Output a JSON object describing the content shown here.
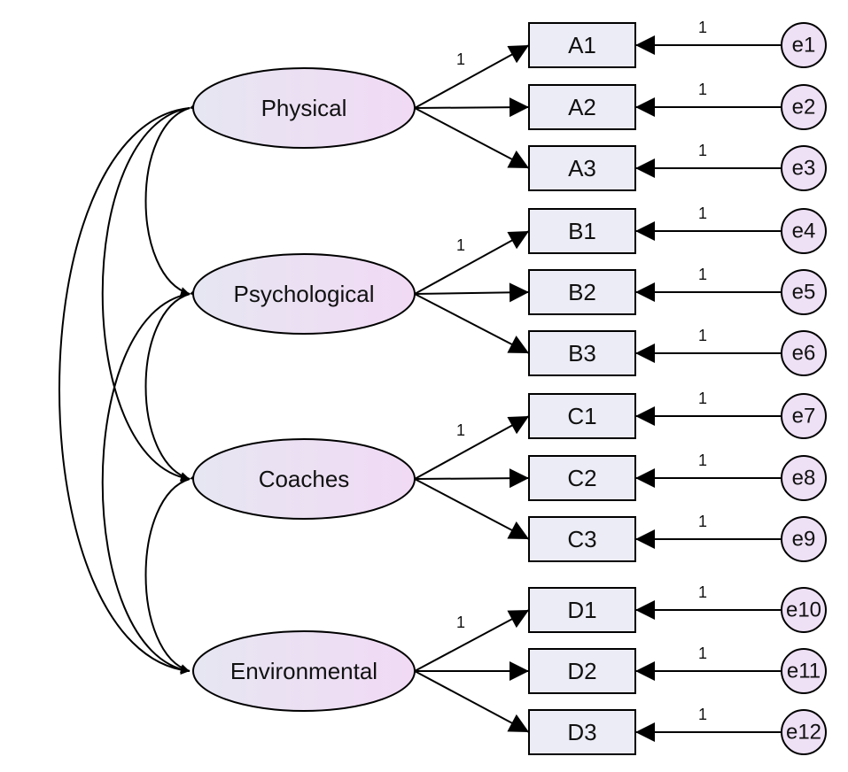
{
  "colors": {
    "line": "#000000",
    "ellipse_fill_start": "#e6e6f2",
    "ellipse_fill_end": "#f1daf4",
    "box_fill": "#ececf6",
    "circle_fill": "#eee0f5"
  },
  "latents": [
    {
      "id": "physical",
      "label": "Physical",
      "indicators": [
        {
          "label": "A1",
          "error": "e1",
          "loading": "1",
          "error_weight": "1"
        },
        {
          "label": "A2",
          "error": "e2",
          "loading": "",
          "error_weight": "1"
        },
        {
          "label": "A3",
          "error": "e3",
          "loading": "",
          "error_weight": "1"
        }
      ]
    },
    {
      "id": "psychological",
      "label": "Psychological",
      "indicators": [
        {
          "label": "B1",
          "error": "e4",
          "loading": "1",
          "error_weight": "1"
        },
        {
          "label": "B2",
          "error": "e5",
          "loading": "",
          "error_weight": "1"
        },
        {
          "label": "B3",
          "error": "e6",
          "loading": "",
          "error_weight": "1"
        }
      ]
    },
    {
      "id": "coaches",
      "label": "Coaches",
      "indicators": [
        {
          "label": "C1",
          "error": "e7",
          "loading": "1",
          "error_weight": "1"
        },
        {
          "label": "C2",
          "error": "e8",
          "loading": "",
          "error_weight": "1"
        },
        {
          "label": "C3",
          "error": "e9",
          "loading": "",
          "error_weight": "1"
        }
      ]
    },
    {
      "id": "environmental",
      "label": "Environmental",
      "indicators": [
        {
          "label": "D1",
          "error": "e10",
          "loading": "1",
          "error_weight": "1"
        },
        {
          "label": "D2",
          "error": "e11",
          "loading": "",
          "error_weight": "1"
        },
        {
          "label": "D3",
          "error": "e12",
          "loading": "",
          "error_weight": "1"
        }
      ]
    }
  ],
  "covariances": [
    {
      "from": "physical",
      "to": "psychological"
    },
    {
      "from": "physical",
      "to": "coaches"
    },
    {
      "from": "physical",
      "to": "environmental"
    },
    {
      "from": "psychological",
      "to": "coaches"
    },
    {
      "from": "psychological",
      "to": "environmental"
    },
    {
      "from": "coaches",
      "to": "environmental"
    }
  ]
}
